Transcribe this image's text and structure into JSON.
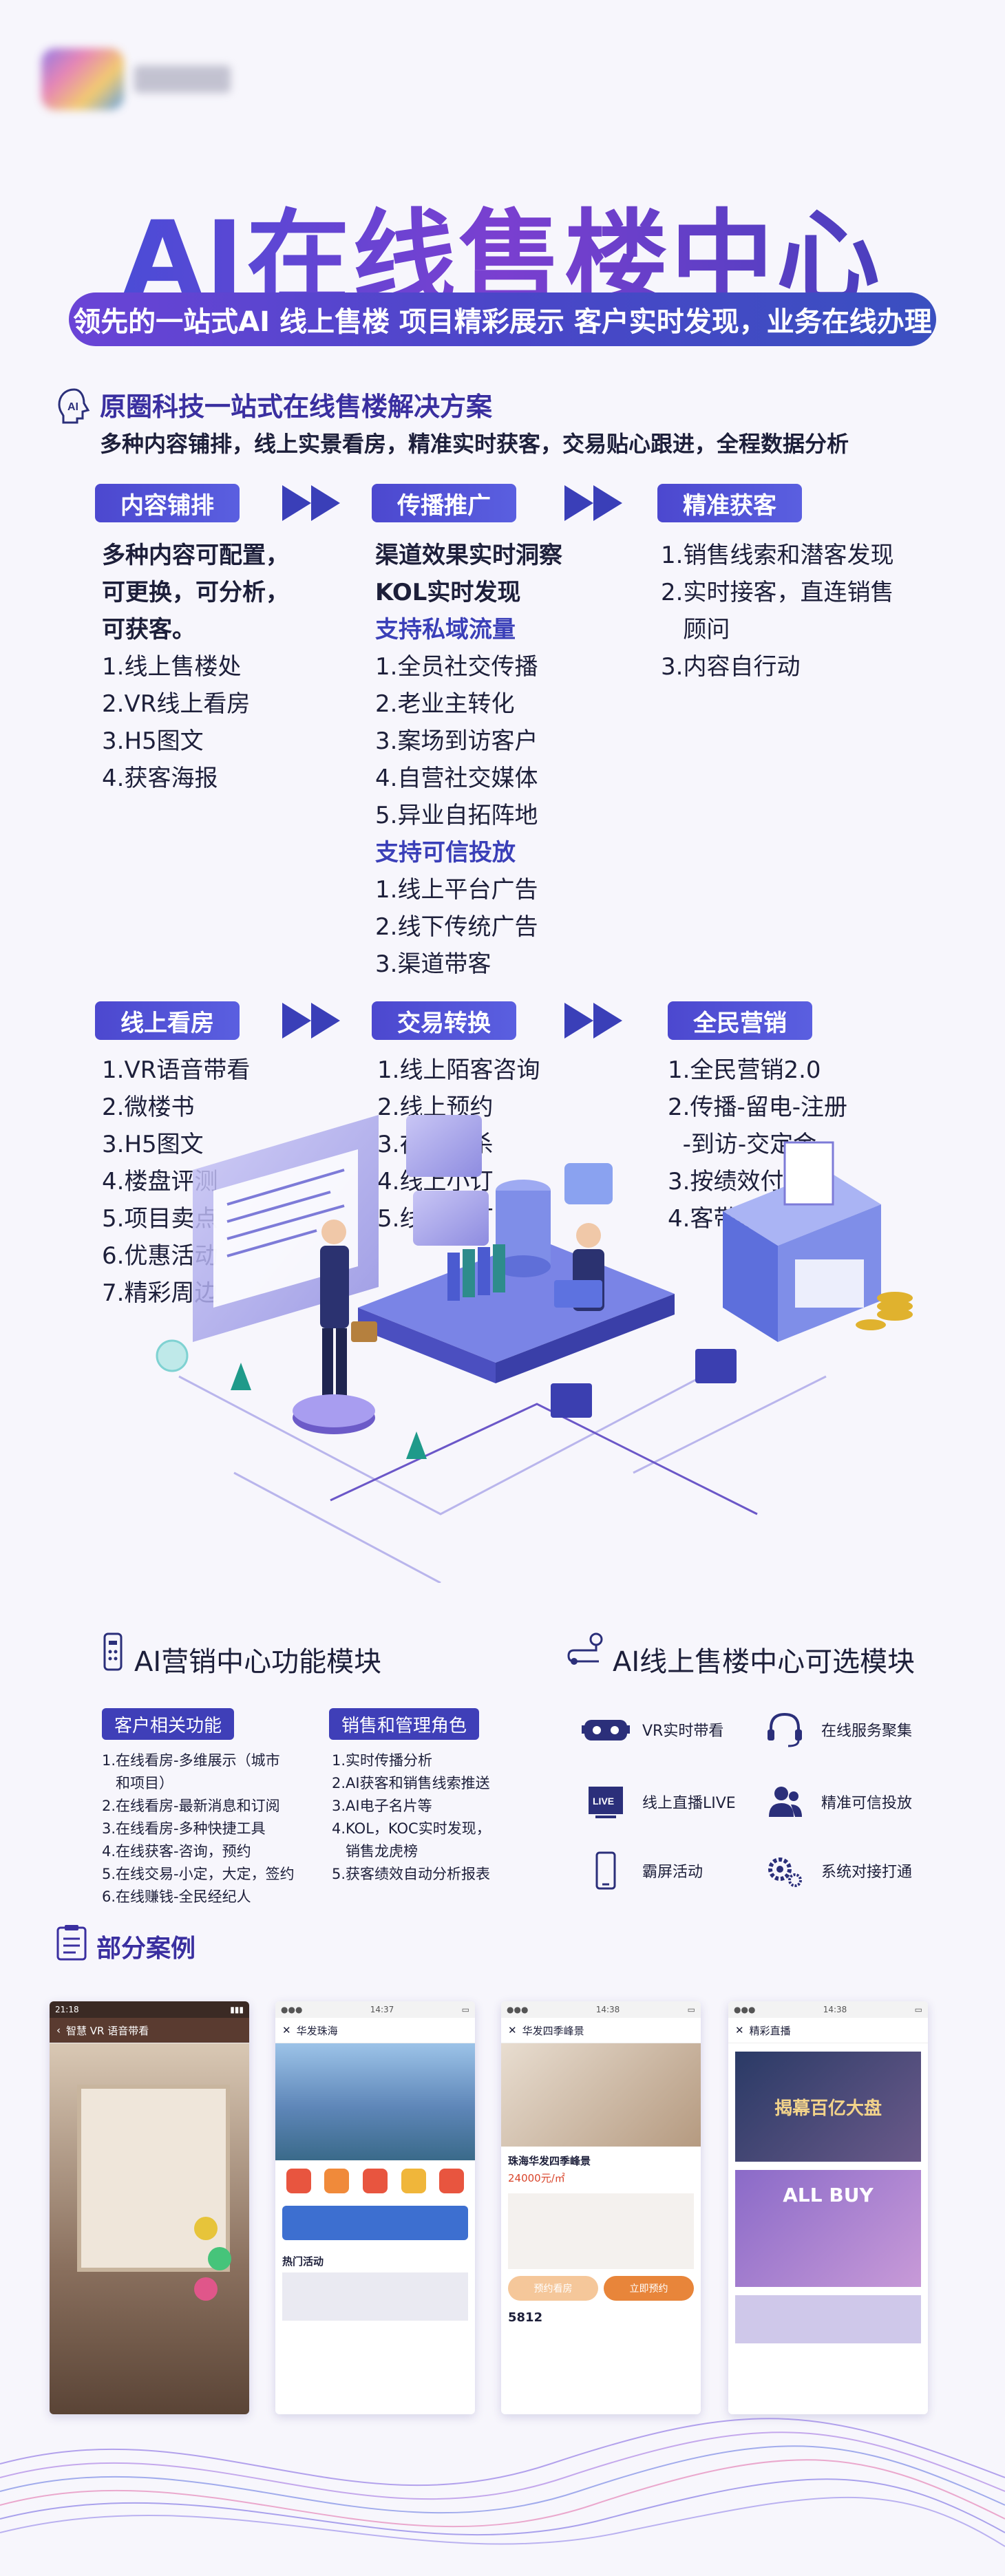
{
  "header": {
    "title": "AI在线售楼中心",
    "subtitle": "领先的一站式AI 线上售楼 项目精彩展示 客户实时发现，业务在线办理"
  },
  "solution": {
    "title": "原圈科技一站式在线售楼解决方案",
    "desc": "多种内容铺排，线上实景看房，精准实时获客，交易贴心跟进，全程数据分析"
  },
  "stages_row1": [
    {
      "label": "内容铺排",
      "lines": [
        {
          "text": "多种内容可配置，",
          "style": "b"
        },
        {
          "text": "可更换，可分析，",
          "style": "b"
        },
        {
          "text": "可获客。",
          "style": "b"
        },
        {
          "text": "1.线上售楼处",
          "style": ""
        },
        {
          "text": "2.VR线上看房",
          "style": ""
        },
        {
          "text": "3.H5图文",
          "style": ""
        },
        {
          "text": "4.获客海报",
          "style": ""
        }
      ]
    },
    {
      "label": "传播推广",
      "lines": [
        {
          "text": "渠道效果实时洞察",
          "style": "b"
        },
        {
          "text": "KOL实时发现",
          "style": "b"
        },
        {
          "text": "支持私域流量",
          "style": "sub"
        },
        {
          "text": "1.全员社交传播",
          "style": ""
        },
        {
          "text": "2.老业主转化",
          "style": ""
        },
        {
          "text": "3.案场到访客户",
          "style": ""
        },
        {
          "text": "4.自营社交媒体",
          "style": ""
        },
        {
          "text": "5.异业自拓阵地",
          "style": ""
        },
        {
          "text": "支持可信投放",
          "style": "sub"
        },
        {
          "text": "1.线上平台广告",
          "style": ""
        },
        {
          "text": "2.线下传统广告",
          "style": ""
        },
        {
          "text": "3.渠道带客",
          "style": ""
        }
      ]
    },
    {
      "label": "精准获客",
      "lines": [
        {
          "text": "1.销售线索和潜客发现",
          "style": ""
        },
        {
          "text": "2.实时接客，直连销售",
          "style": ""
        },
        {
          "text": "   顾问",
          "style": ""
        },
        {
          "text": "3.内容自行动",
          "style": ""
        }
      ]
    }
  ],
  "stages_row2": [
    {
      "label": "线上看房",
      "lines": [
        "1.VR语音带看",
        "2.微楼书",
        "3.H5图文",
        "4.楼盘评测",
        "5.项目卖点",
        "6.优惠活动",
        "7.精彩周边"
      ]
    },
    {
      "label": "交易转换",
      "lines": [
        "1.线上陌客咨询",
        "2.线上预约",
        "3.在线秒杀",
        "4.线上小订",
        "5.线上大订"
      ]
    },
    {
      "label": "全民营销",
      "lines": [
        "1.全民营销2.0",
        "2.传播-留电-注册",
        "  -到访-交定金",
        "3.按绩效付费",
        "4.客带客"
      ]
    }
  ],
  "modules": {
    "left_title": "AI营销中心功能模块",
    "right_title": "AI线上售楼中心可选模块",
    "customer": {
      "label": "客户相关功能",
      "items": [
        "1.在线看房-多维展示（城市",
        "   和项目）",
        "2.在线看房-最新消息和订阅",
        "3.在线看房-多种快捷工具",
        "4.在线获客-咨询，预约",
        "5.在线交易-小定，大定，签约",
        "6.在线赚钱-全民经纪人"
      ]
    },
    "sales": {
      "label": "销售和管理角色",
      "items": [
        "1.实时传播分析",
        "2.AI获客和销售线索推送",
        "3.AI电子名片等",
        "4.KOL，KOC实时发现，",
        "   销售龙虎榜",
        "5.获客绩效自动分析报表"
      ]
    },
    "optional": [
      {
        "icon": "vr-headset-icon",
        "label": "VR实时带看"
      },
      {
        "icon": "headset-icon",
        "label": "在线服务聚集"
      },
      {
        "icon": "live-icon",
        "label": "线上直播LIVE"
      },
      {
        "icon": "people-icon",
        "label": "精准可信投放"
      },
      {
        "icon": "phone-icon",
        "label": "霸屏活动"
      },
      {
        "icon": "gears-icon",
        "label": "系统对接打通"
      }
    ]
  },
  "cases": {
    "title": "部分案例",
    "phones": [
      {
        "status": "21:18",
        "bar": "智慧 VR 语音带看"
      },
      {
        "status": "14:37",
        "bar": "华发珠海",
        "section": "热门活动"
      },
      {
        "status": "14:38",
        "bar": "华发四季峰景",
        "price": "24000元/㎡",
        "name": "珠海华发四季峰景",
        "count": "5812",
        "btn1": "预约看房",
        "btn2": "立即预约"
      },
      {
        "status": "14:38",
        "bar": "精彩直播",
        "banner1": "揭幕百亿大盘",
        "banner2": "ALL BUY"
      }
    ]
  },
  "colors": {
    "primary": "#4a46c8",
    "accent": "#7a3fd0",
    "navy": "#3a3fb8"
  }
}
